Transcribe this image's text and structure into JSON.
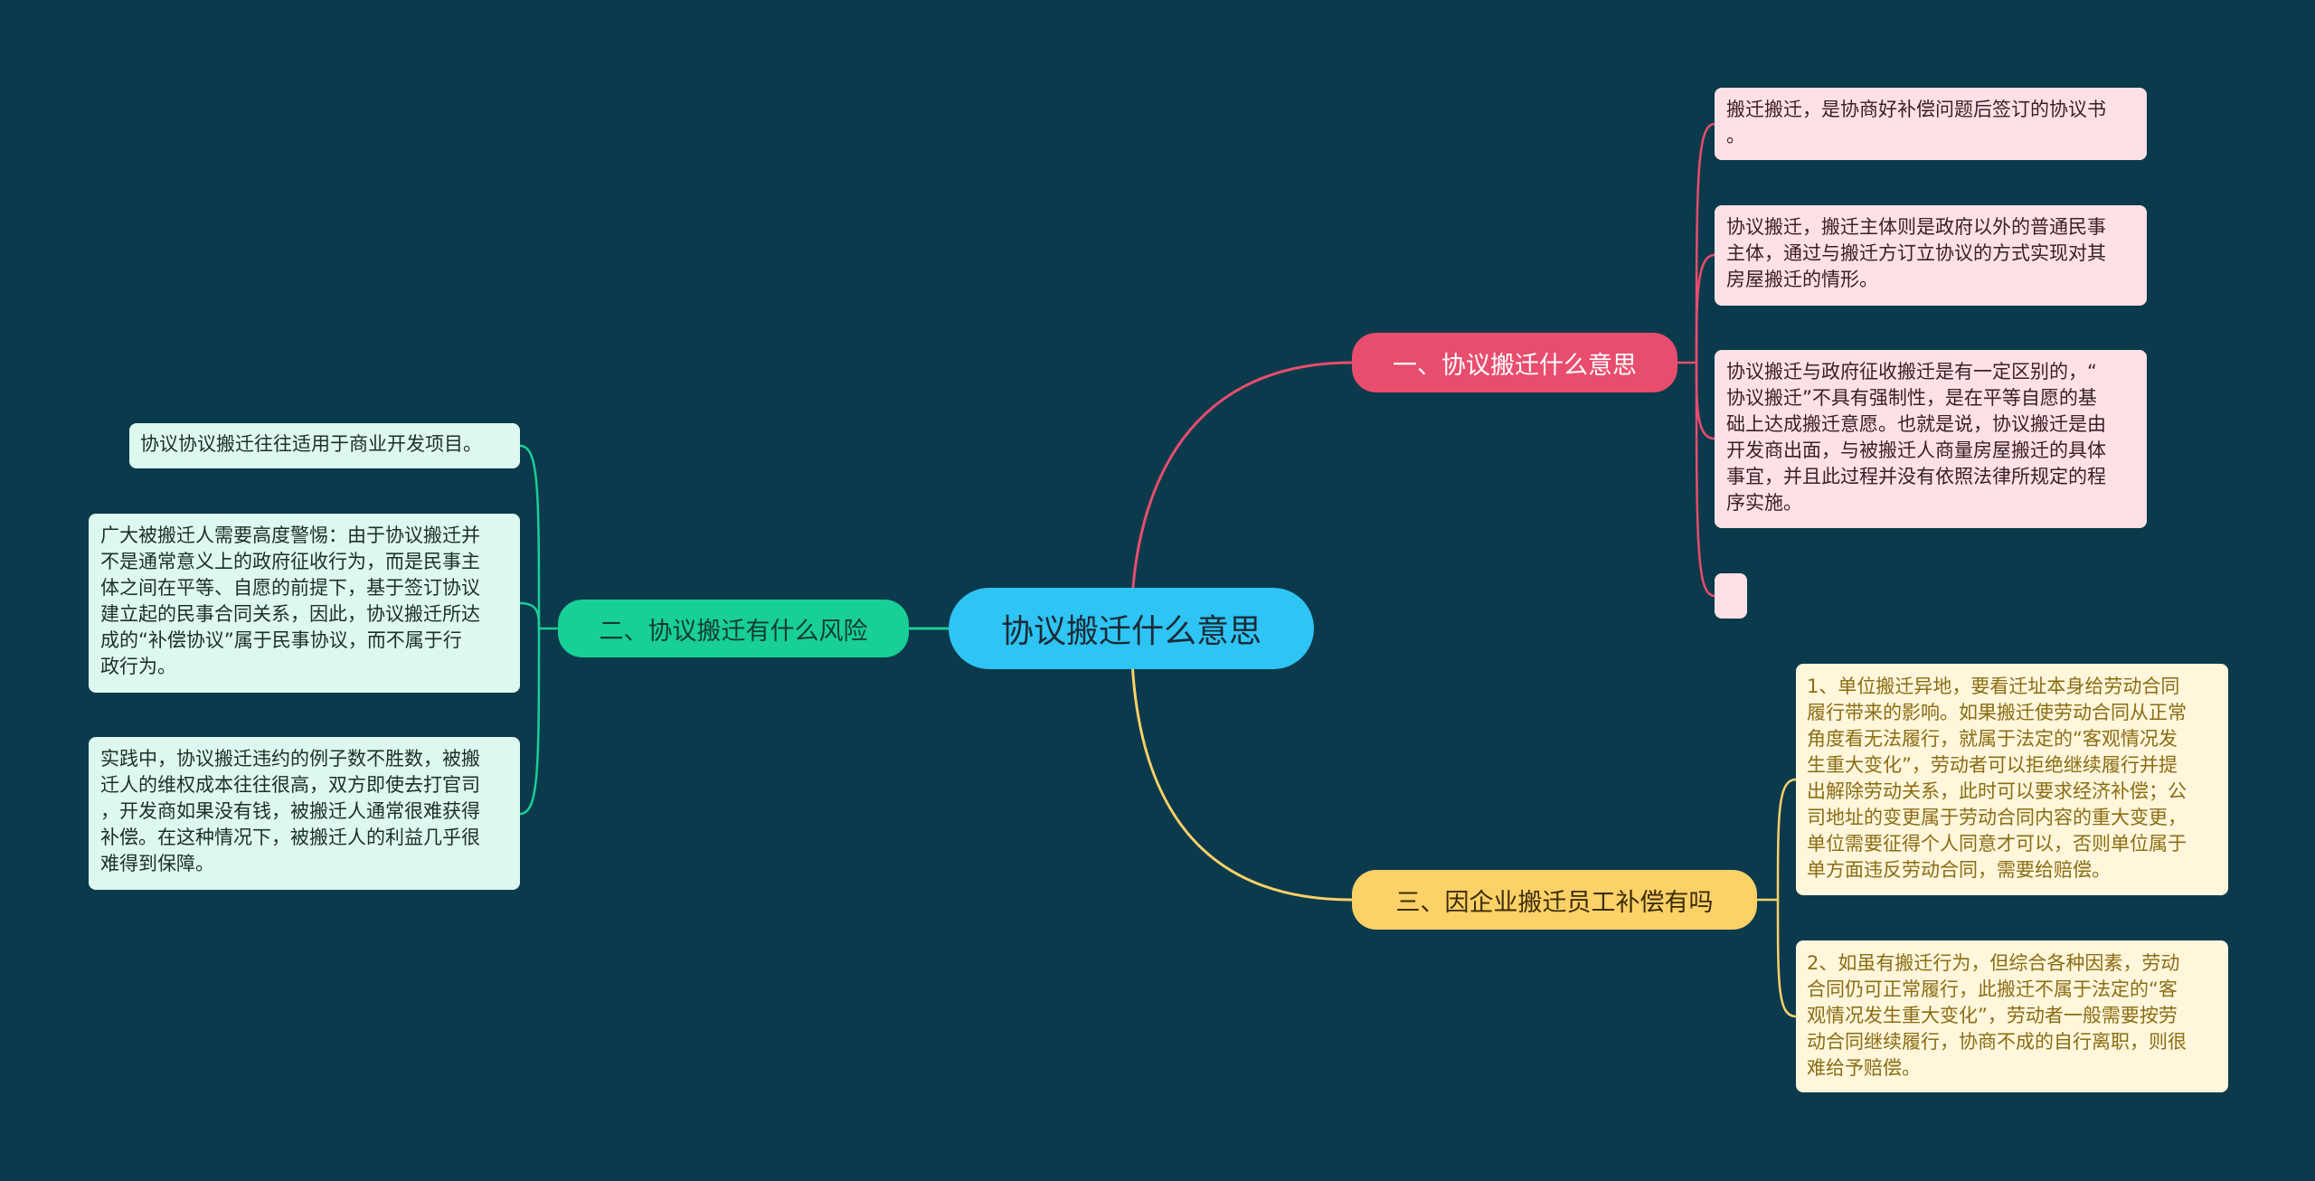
{
  "center": {
    "label": "协议搬迁什么意思"
  },
  "branches": [
    {
      "label": "一、协议搬迁什么意思",
      "color": "#e94d6e",
      "leaves": [
        "搬迁搬迁，是协商好补偿问题后签订的协议书\n。",
        "协议搬迁，搬迁主体则是政府以外的普通民事\n主体，通过与搬迁方订立协议的方式实现对其\n房屋搬迁的情形。",
        "协议搬迁与政府征收搬迁是有一定区别的，“\n协议搬迁”不具有强制性，是在平等自愿的基\n础上达成搬迁意愿。也就是说，协议搬迁是由\n开发商出面，与被搬迁人商量房屋搬迁的具体\n事宜，并且此过程并没有依照法律所规定的程\n序实施。",
        ""
      ]
    },
    {
      "label": "二、协议搬迁有什么风险",
      "color": "#18cf95",
      "leaves": [
        "协议协议搬迁往往适用于商业开发项目。",
        "广大被搬迁人需要高度警惕：由于协议搬迁并\n不是通常意义上的政府征收行为，而是民事主\n体之间在平等、自愿的前提下，基于签订协议\n建立起的民事合同关系，因此，协议搬迁所达\n成的“补偿协议”属于民事协议，而不属于行\n政行为。",
        "实践中，协议搬迁违约的例子数不胜数，被搬\n迁人的维权成本往往很高，双方即使去打官司\n，开发商如果没有钱，被搬迁人通常很难获得\n补偿。在这种情况下，被搬迁人的利益几乎很\n难得到保障。"
      ]
    },
    {
      "label": "三、因企业搬迁员工补偿有吗",
      "color": "#fcd167",
      "leaves": [
        "1、单位搬迁异地，要看迁址本身给劳动合同\n履行带来的影响。如果搬迁使劳动合同从正常\n角度看无法履行，就属于法定的“客观情况发\n生重大变化”，劳动者可以拒绝继续履行并提\n出解除劳动关系，此时可以要求经济补偿；公\n司地址的变更属于劳动合同内容的重大变更，\n单位需要征得个人同意才可以，否则单位属于\n单方面违反劳动合同，需要给赔偿。",
        "2、如虽有搬迁行为，但综合各种因素，劳动\n合同仍可正常履行，此搬迁不属于法定的“客\n观情况发生重大变化”，劳动者一般需要按劳\n动合同继续履行，协商不成的自行离职，则很\n难给予赔偿。"
      ]
    }
  ],
  "colors": {
    "background": "#0b3a4c",
    "center": "#2ec4f3",
    "pink_leaf": "#fde1e6",
    "mint_leaf": "#ddf8ef",
    "cream_leaf": "#fff6dc"
  }
}
